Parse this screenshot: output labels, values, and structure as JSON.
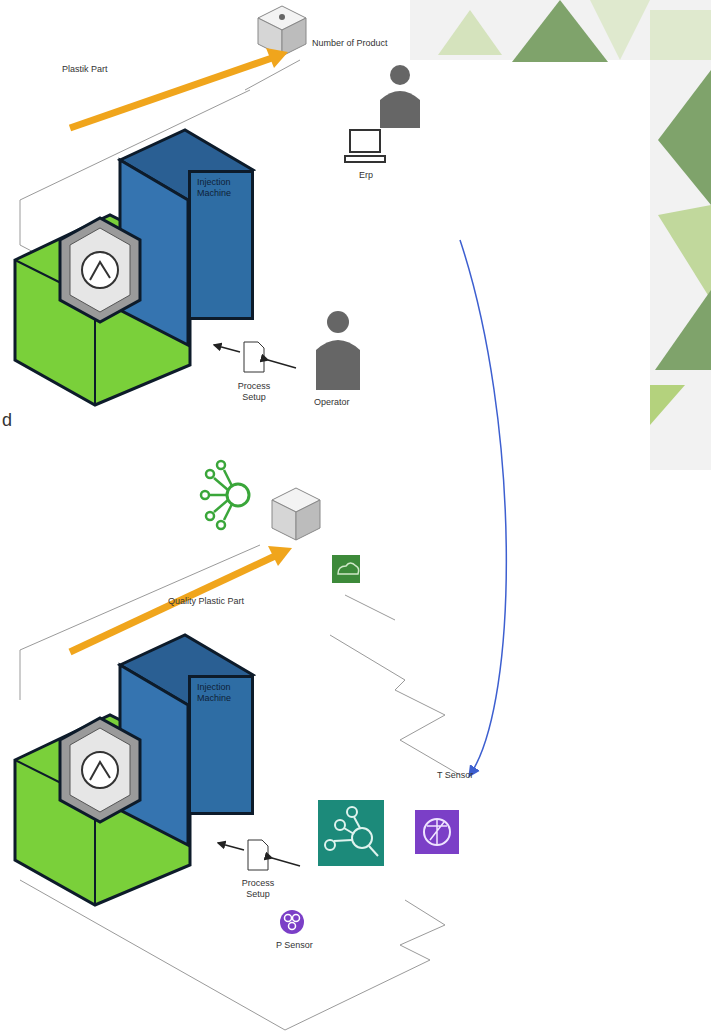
{
  "diagram": {
    "nodes": [
      {
        "text": [
          "Injection Machine"
        ]
      },
      {
        "text": [
          "Injection Machine"
        ]
      }
    ],
    "labels": [
      "Plastik Part",
      "Number of Product",
      "Erp",
      "Process Setup",
      "Operator",
      "Quality Plastic Part",
      "T Sensor",
      "Process Setup",
      "P Sensor",
      "d"
    ]
  }
}
